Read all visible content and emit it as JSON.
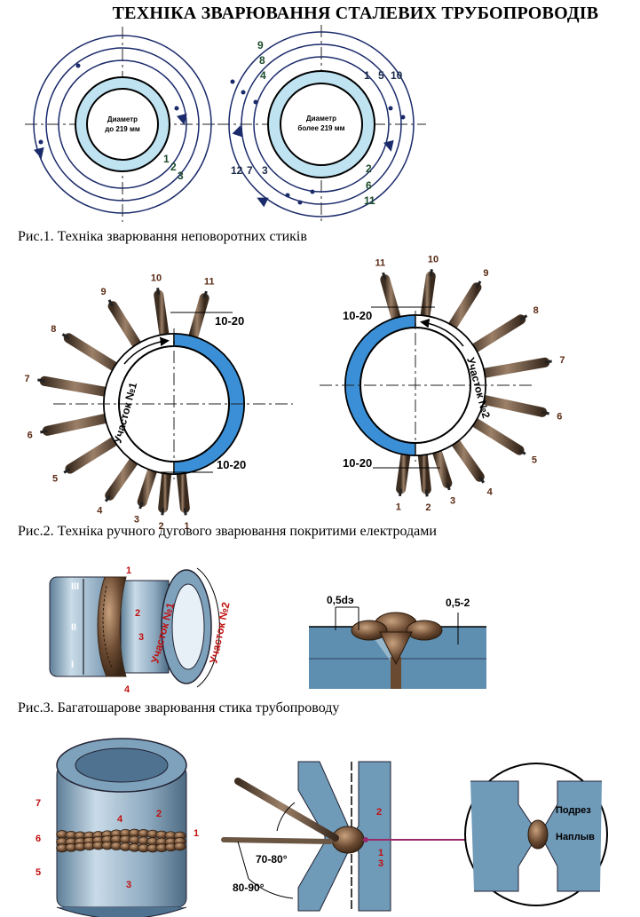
{
  "title": "ТЕХНІКА ЗВАРЮВАННЯ СТАЛЕВИХ ТРУБОПРОВОДІВ",
  "fig1": {
    "caption": "Рис.1. Техніка зварювання неповоротних стиків",
    "left": {
      "text1": "Диаметр",
      "text2": "до 219 мм",
      "labels": [
        "1",
        "2",
        "3"
      ]
    },
    "right": {
      "text1": "Диаметр",
      "text2": "более 219 мм",
      "labels": [
        "9",
        "8",
        "4",
        "1",
        "5",
        "10",
        "12",
        "7",
        "3",
        "2",
        "6",
        "11"
      ]
    }
  },
  "fig2": {
    "caption": "Рис.2. Техніка ручного дугового зварювання покритими електродами",
    "dim": "10-20",
    "left_section": "Участок №1",
    "right_section": "Участок №2",
    "electrodes": [
      "1",
      "2",
      "3",
      "4",
      "5",
      "6",
      "7",
      "8",
      "9",
      "10",
      "11"
    ]
  },
  "fig3": {
    "caption": "Рис.3. Багатошарове зварювання стика трубопроводу",
    "zones": [
      "III",
      "II",
      "I"
    ],
    "layers": [
      "1",
      "2",
      "3",
      "4"
    ],
    "section1": "Участок №1",
    "section2": "Участок №2",
    "dim1": "0,5dэ",
    "dim2": "0,5-2"
  },
  "fig4": {
    "left_labels": [
      "7",
      "6",
      "5",
      "4",
      "2",
      "1",
      "3"
    ],
    "mid_labels": [
      "2",
      "1",
      "3"
    ],
    "angle1": "70-80°",
    "angle2": "80-90°",
    "defect1": "Подрез",
    "defect2": "Наплыв"
  }
}
